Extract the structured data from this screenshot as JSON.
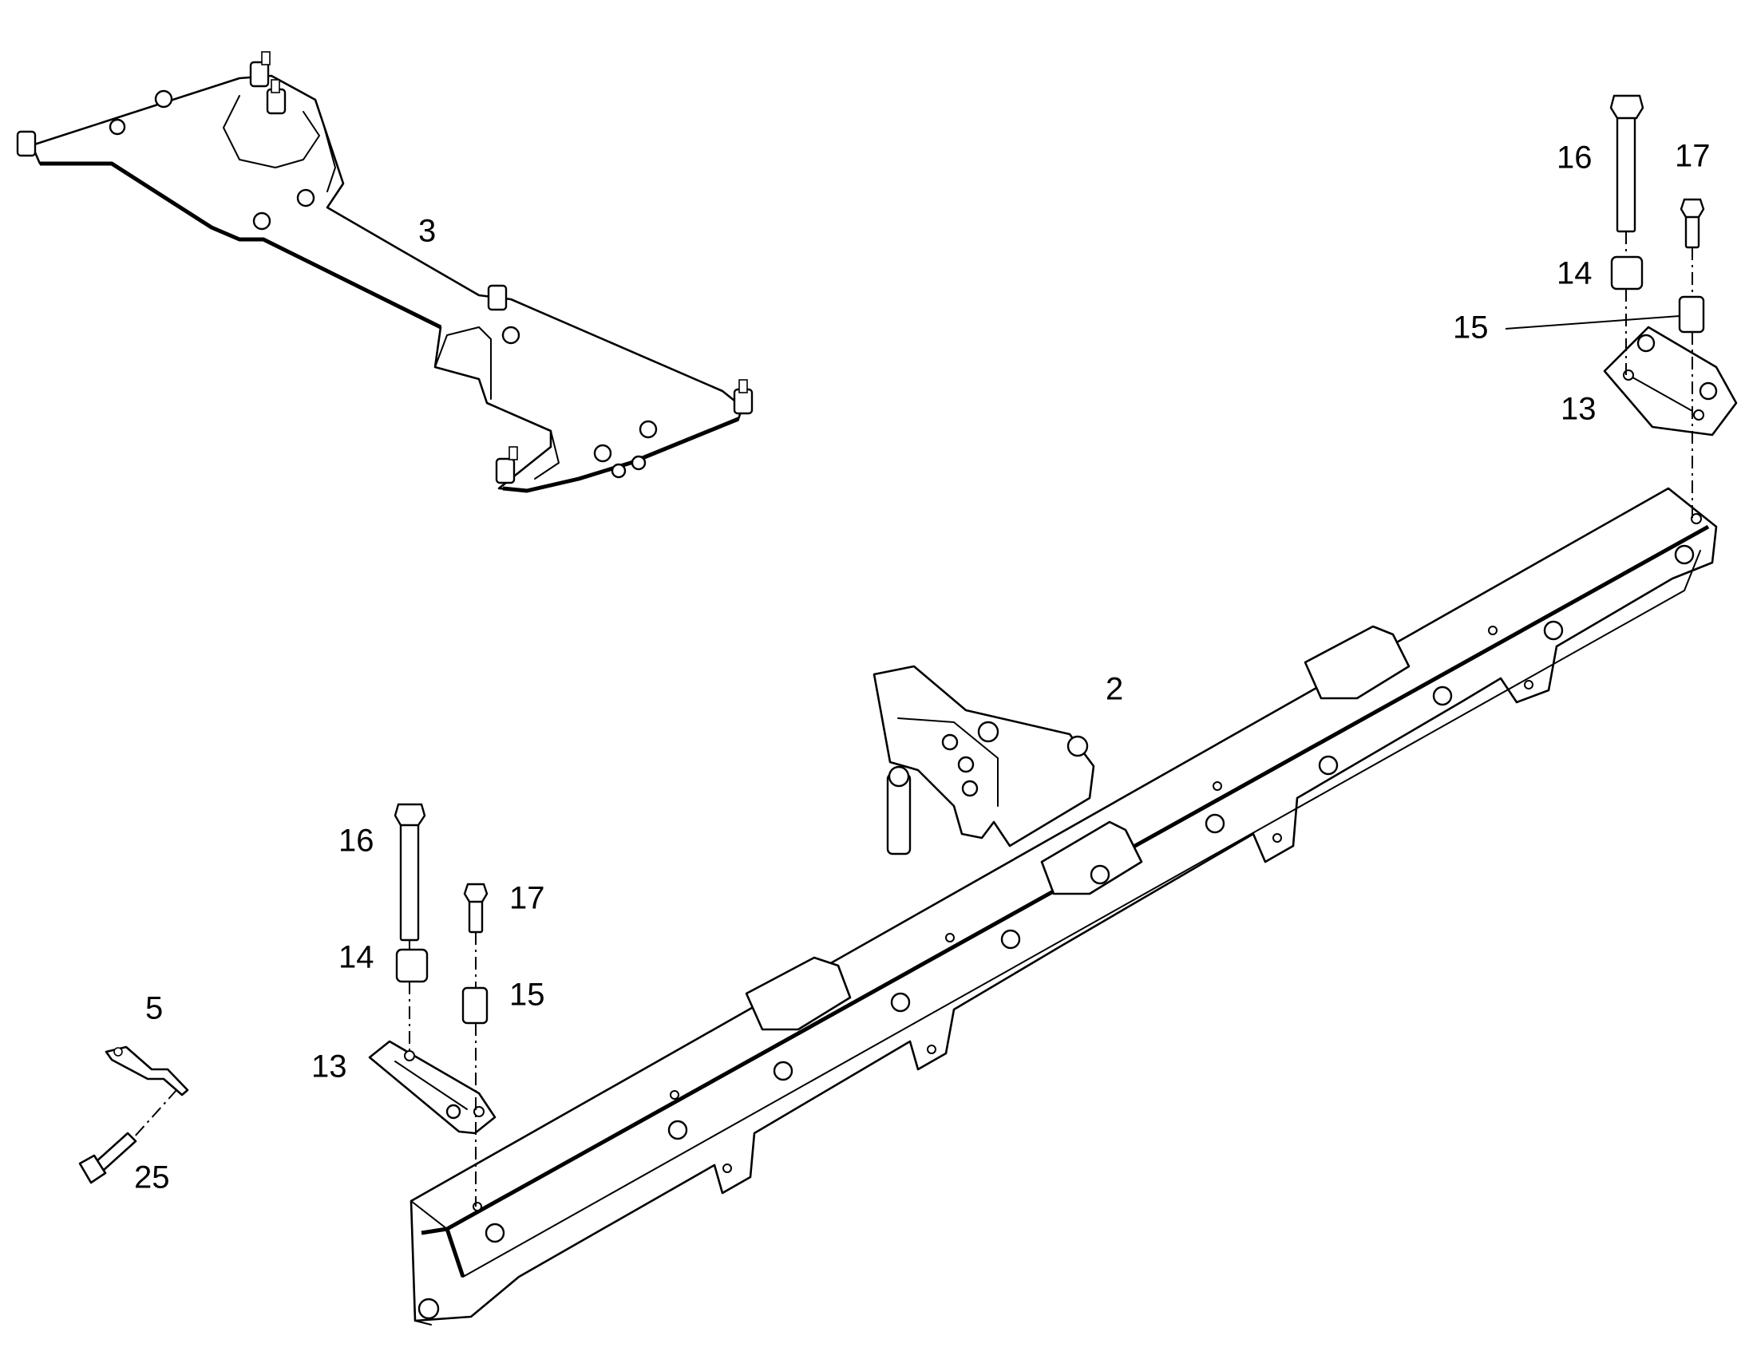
{
  "callouts": [
    {
      "id": "c-3",
      "label": "3"
    },
    {
      "id": "c-2",
      "label": "2"
    },
    {
      "id": "c-16-right",
      "label": "16"
    },
    {
      "id": "c-17-right",
      "label": "17"
    },
    {
      "id": "c-14-right",
      "label": "14"
    },
    {
      "id": "c-15-right",
      "label": "15"
    },
    {
      "id": "c-13-right",
      "label": "13"
    },
    {
      "id": "c-16-left",
      "label": "16"
    },
    {
      "id": "c-17-left",
      "label": "17"
    },
    {
      "id": "c-14-left",
      "label": "14"
    },
    {
      "id": "c-15-left",
      "label": "15"
    },
    {
      "id": "c-13-left",
      "label": "13"
    },
    {
      "id": "c-5",
      "label": "5"
    },
    {
      "id": "c-25",
      "label": "25"
    }
  ]
}
